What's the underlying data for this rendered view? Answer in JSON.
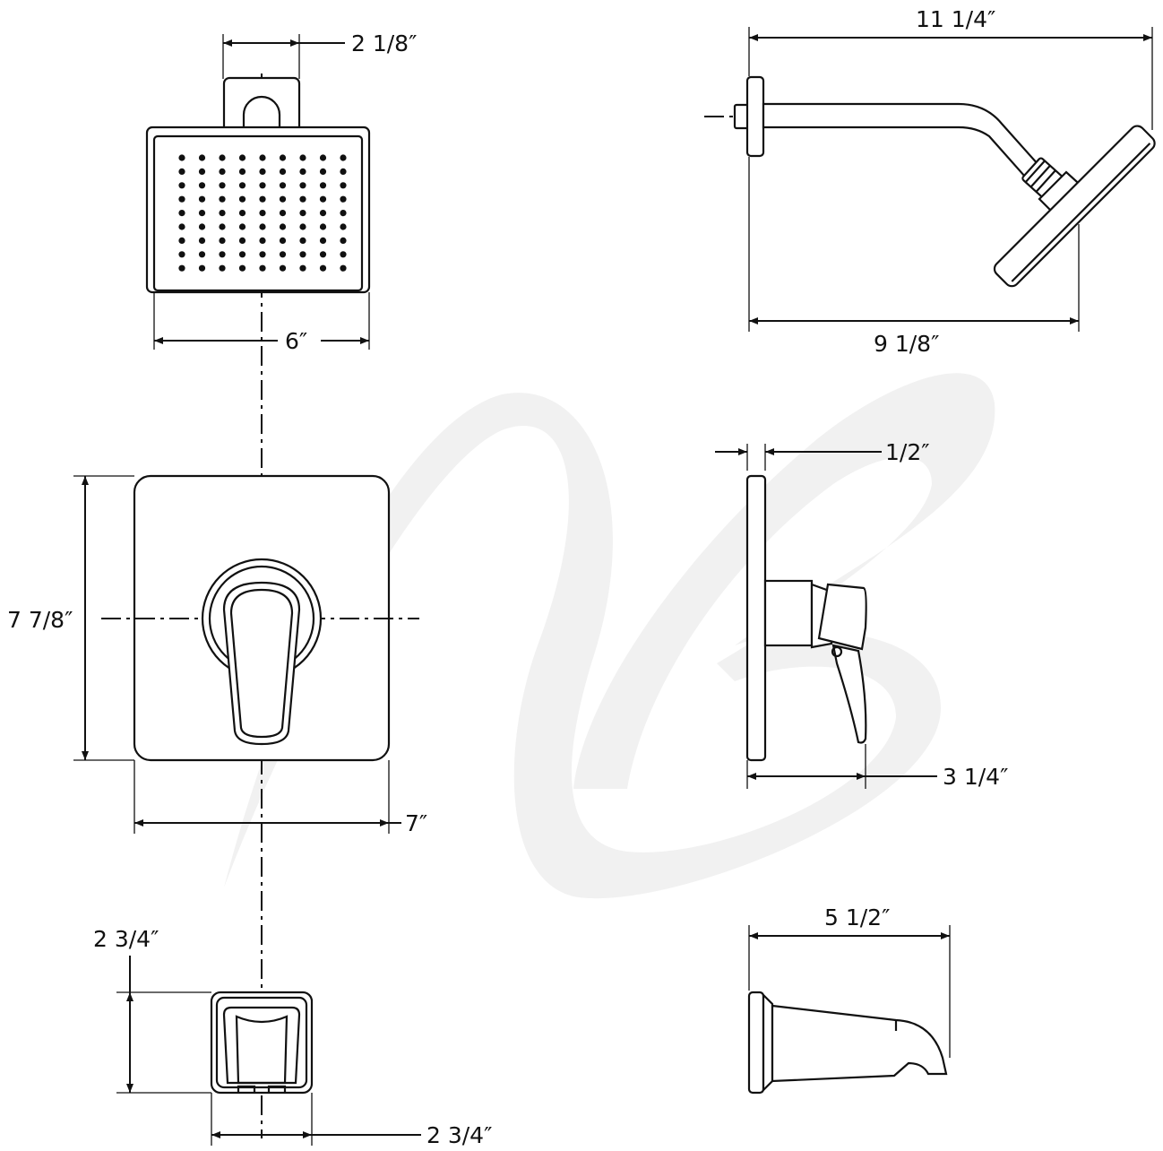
{
  "colors": {
    "line": "#111111",
    "watermark": "#f1f1f1",
    "background": "#ffffff"
  },
  "watermark": {
    "icon": "script-b-logo-watermark"
  },
  "showerhead_front": {
    "width_label": "6″",
    "arm_label": "2 1/8″"
  },
  "showerhead_side": {
    "overall_label": "11 1/4″",
    "reach_label": "9 1/8″"
  },
  "valve_front": {
    "height_label": "7 7/8″",
    "width_label": "7″"
  },
  "valve_side": {
    "plate_label": "1/2″",
    "depth_label": "3 1/4″"
  },
  "spout_front": {
    "height_label": "2 3/4″",
    "width_label": "2 3/4″"
  },
  "spout_side": {
    "length_label": "5 1/2″"
  }
}
